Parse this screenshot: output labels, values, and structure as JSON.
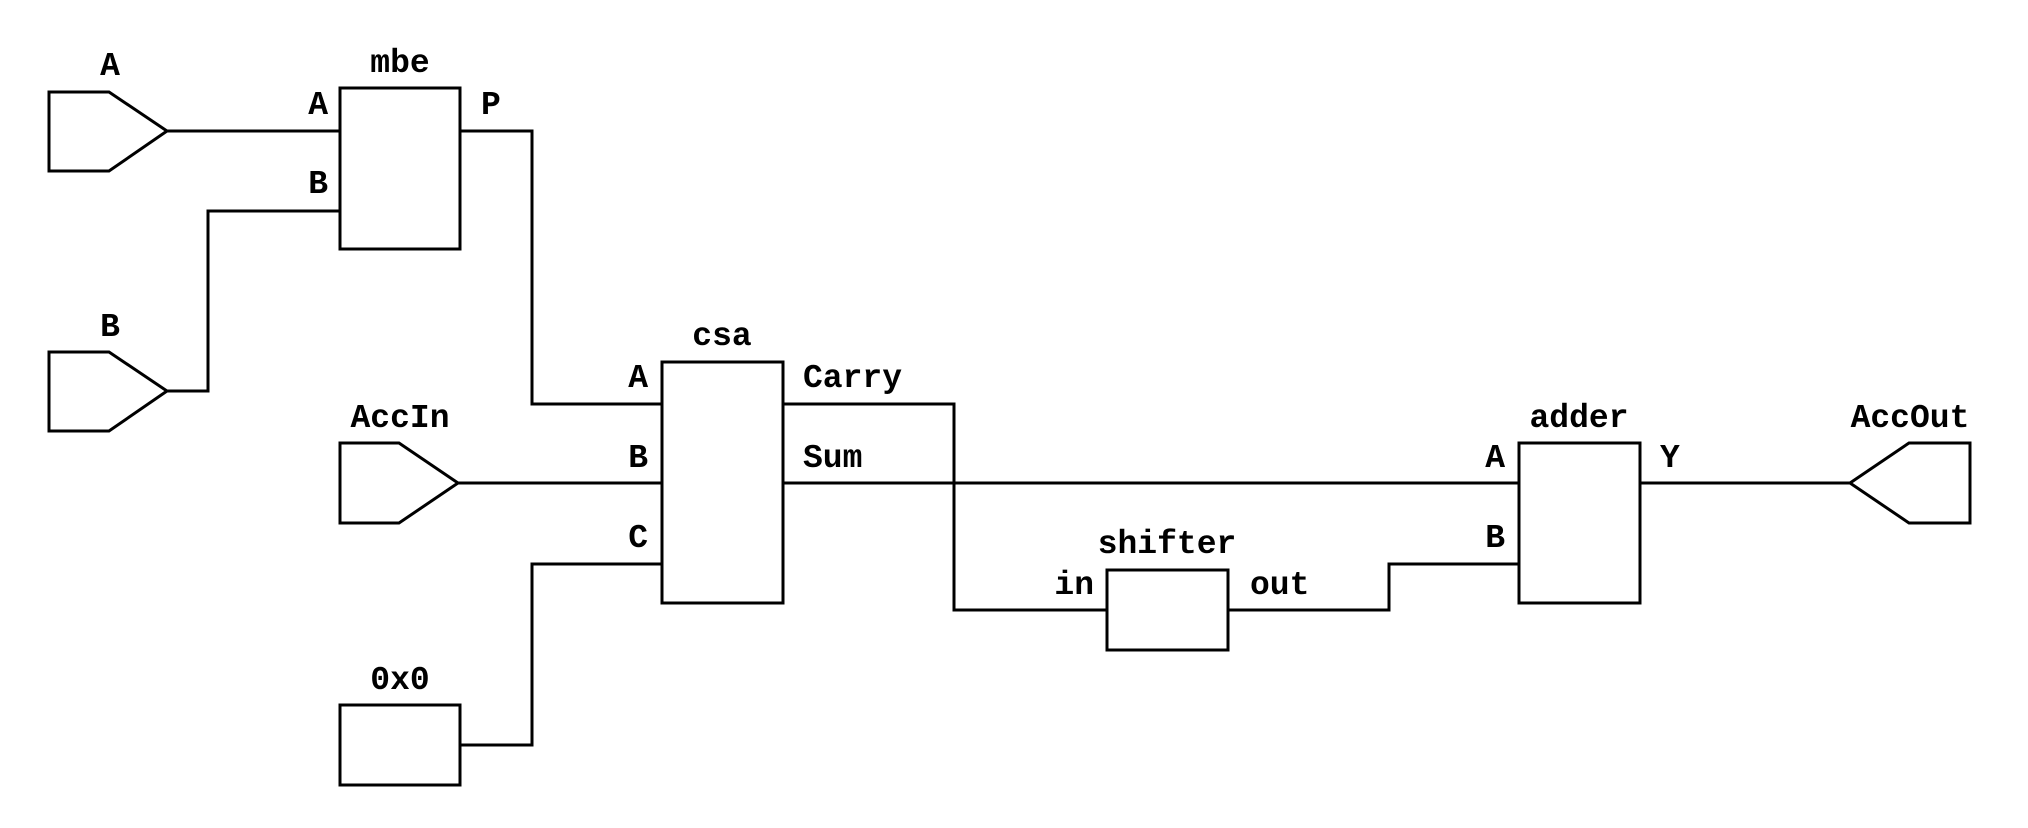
{
  "ports": {
    "input_a": "A",
    "input_b": "B",
    "acc_in": "AccIn",
    "acc_out": "AccOut"
  },
  "constant": {
    "value": "0x0"
  },
  "blocks": {
    "mbe": {
      "name": "mbe",
      "pin_a": "A",
      "pin_b": "B",
      "pin_p": "P"
    },
    "csa": {
      "name": "csa",
      "pin_a": "A",
      "pin_b": "B",
      "pin_c": "C",
      "pin_carry": "Carry",
      "pin_sum": "Sum"
    },
    "shifter": {
      "name": "shifter",
      "pin_in": "in",
      "pin_out": "out"
    },
    "adder": {
      "name": "adder",
      "pin_a": "A",
      "pin_b": "B",
      "pin_y": "Y"
    }
  }
}
